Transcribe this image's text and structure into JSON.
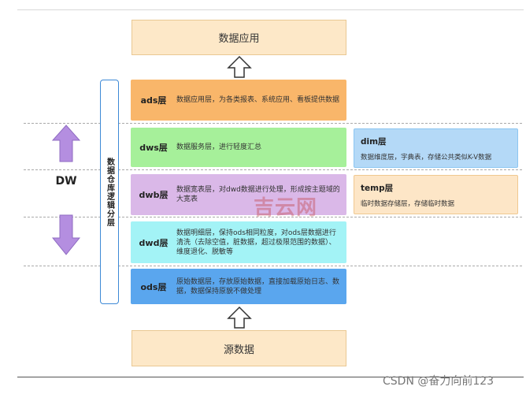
{
  "top_box": {
    "label": "数据应用"
  },
  "bottom_box": {
    "label": "源数据"
  },
  "vertical_label": "数据仓库逻辑分层",
  "dw_label": "DW",
  "layers": [
    {
      "name": "ads层",
      "desc": "数据应用层，为各类报表、系统应用、看板提供数据",
      "color": "#f9b66a"
    },
    {
      "name": "dws层",
      "desc": "数据服务层，进行轻度汇总",
      "color": "#a6f09a"
    },
    {
      "name": "dwb层",
      "desc": "数据宽表层，对dwd数据进行处理，形成按主题域的大宽表",
      "color": "#dab8e8"
    },
    {
      "name": "dwd层",
      "desc": "数据明细层，保持ods相同粒度，对ods层数据进行清洗（去除空值，脏数据，超过极限范围的数据）、维度退化、脱敏等",
      "color": "#a3f3f6"
    },
    {
      "name": "ods层",
      "desc": "原始数据层，存放原始数据，直接加载原始日志、数据，数据保持原貌不做处理",
      "color": "#5aa6ee"
    }
  ],
  "side_boxes": [
    {
      "name": "dim层",
      "desc": "数据维度层，字典表，存储公共类似K-V数据",
      "color": "#b4d9f7"
    },
    {
      "name": "temp层",
      "desc": "临时数据存储层，存储临时数据",
      "color": "#fde6c7"
    }
  ],
  "watermark": "吉云网",
  "credit": "CSDN @奋力向前123"
}
